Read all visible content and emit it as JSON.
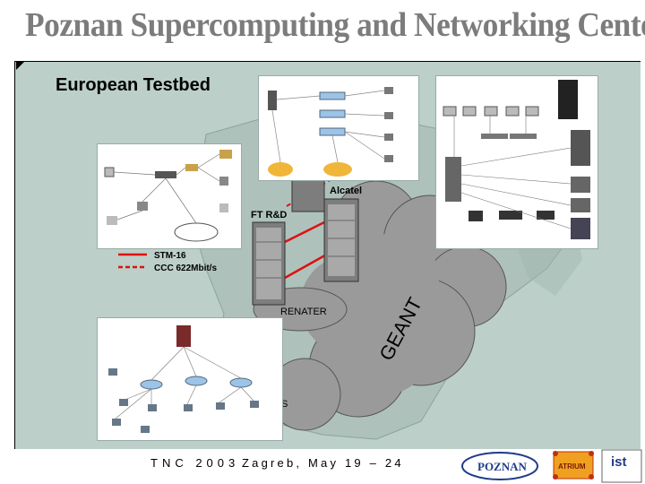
{
  "header": {
    "title": "Poznan Supercomputing and Networking Center"
  },
  "slide": {
    "heading": "European Testbed"
  },
  "map": {
    "clouds": [
      "RENATER",
      "GEANT",
      "S"
    ],
    "sites": [
      "Alcatel",
      "FT R&D"
    ],
    "legend": [
      {
        "label": "STM-16",
        "style": "solid",
        "color": "#dd1111"
      },
      {
        "label": "CCC 622Mbit/s",
        "style": "dashed",
        "color": "#dd1111"
      }
    ]
  },
  "footer": {
    "conference": "TNC 2003",
    "venue": "Zagreb, May 19 – 24",
    "logos": [
      "POZNAN",
      "ATRIUM",
      "ist"
    ]
  },
  "colors": {
    "background": "#bccfc8",
    "banner_text": "#7c7c7c",
    "link": "#dd1111",
    "cloud": "#9a9a9a"
  }
}
